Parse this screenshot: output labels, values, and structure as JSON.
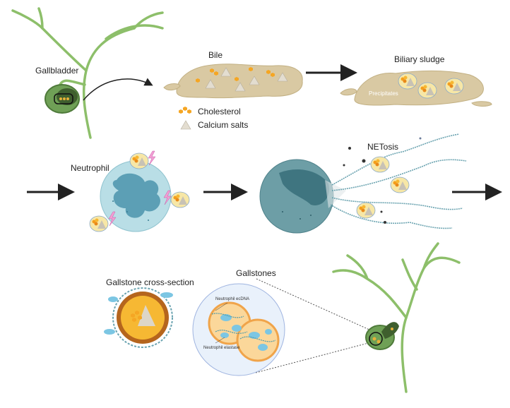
{
  "labels": {
    "gallbladder": "Gallbladder",
    "bile": "Bile",
    "biliary_sludge": "Biliary sludge",
    "precipitates": "Precipitates",
    "neutrophil": "Neutrophil",
    "netosis": "NETosis",
    "gallstone_cross_section": "Gallstone cross-section",
    "gallstones": "Gallstones",
    "neutrophil_ecdna": "Neutrophil ecDNA",
    "neutrophil_elastase": "Neutrophil elastase"
  },
  "legend": [
    {
      "icon": "cholesterol-icon",
      "label": "Cholesterol"
    },
    {
      "icon": "calcium-salt-icon",
      "label": "Calcium salts"
    }
  ],
  "colors": {
    "duct": "#8dbf6a",
    "bile": "#d9c9a3",
    "cholesterol": "#f5a623",
    "neutrophil": "#b9dee6",
    "nucleus": "#5c9fb5",
    "net_cell": "#6d9ea6",
    "stone": "#f6b833",
    "stone_ring": "#b5651d"
  }
}
